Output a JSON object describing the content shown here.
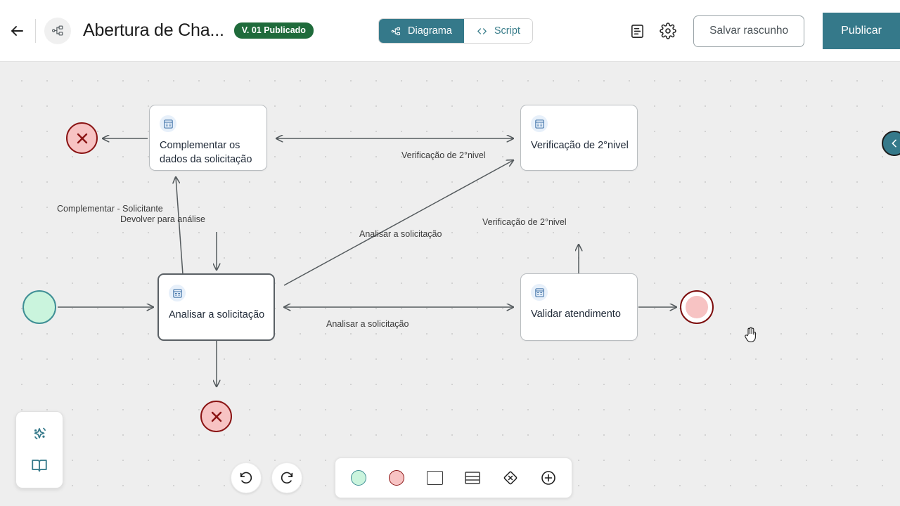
{
  "header": {
    "back_icon": "arrow-left-icon",
    "app_icon": "workflow-icon",
    "title": "Abertura de Cha...",
    "version_badge": "V. 01 Publicado",
    "tabs": [
      {
        "label": "Diagrama",
        "icon": "workflow-icon",
        "active": true
      },
      {
        "label": "Script",
        "icon": "code-icon",
        "active": false
      }
    ],
    "doc_icon": "document-icon",
    "settings_icon": "gear-icon",
    "save_draft_label": "Salvar rascunho",
    "publish_label": "Publicar",
    "accent_color": "#35798a",
    "badge_color": "#1f6b3b"
  },
  "canvas": {
    "cursor": "grab-hand-cursor",
    "collapse_icon": "chevron-left-icon",
    "nodes": [
      {
        "id": "start",
        "type": "start-event",
        "label": ""
      },
      {
        "id": "cancel_top",
        "type": "cancel-event",
        "label": ""
      },
      {
        "id": "cancel_bottom",
        "type": "cancel-event",
        "label": ""
      },
      {
        "id": "end",
        "type": "end-event",
        "label": ""
      },
      {
        "id": "complementar",
        "type": "task",
        "label": "Complementar os dados da solicitação",
        "icon": "form-icon",
        "selected": false
      },
      {
        "id": "verificacao",
        "type": "task",
        "label": "Verificação de 2°nivel",
        "icon": "form-icon",
        "selected": false
      },
      {
        "id": "analisar",
        "type": "task",
        "label": "Analisar a solicitação",
        "icon": "form-icon",
        "selected": true
      },
      {
        "id": "validar",
        "type": "task",
        "label": "Validar atendimento",
        "icon": "form-icon",
        "selected": false
      }
    ],
    "edge_labels": [
      {
        "id": "l1",
        "text": "Verificação de 2°nivel"
      },
      {
        "id": "l2",
        "text": "Complementar - Solicitante"
      },
      {
        "id": "l3",
        "text": "Devolver para análise"
      },
      {
        "id": "l4",
        "text": "Verificação de 2°nivel"
      },
      {
        "id": "l5",
        "text": "Analisar a solicitação"
      },
      {
        "id": "l6",
        "text": "Analisar a solicitação"
      }
    ]
  },
  "tool_panel": {
    "items": [
      {
        "name": "ai-sparkle-icon"
      },
      {
        "name": "book-icon"
      }
    ]
  },
  "bottom_toolbar": {
    "undo_icon": "undo-icon",
    "redo_icon": "redo-icon",
    "palette": [
      {
        "name": "start-event-shape"
      },
      {
        "name": "end-event-shape"
      },
      {
        "name": "task-rectangle-shape"
      },
      {
        "name": "lanes-shape"
      },
      {
        "name": "gateway-diamond-shape"
      },
      {
        "name": "add-element"
      }
    ]
  }
}
